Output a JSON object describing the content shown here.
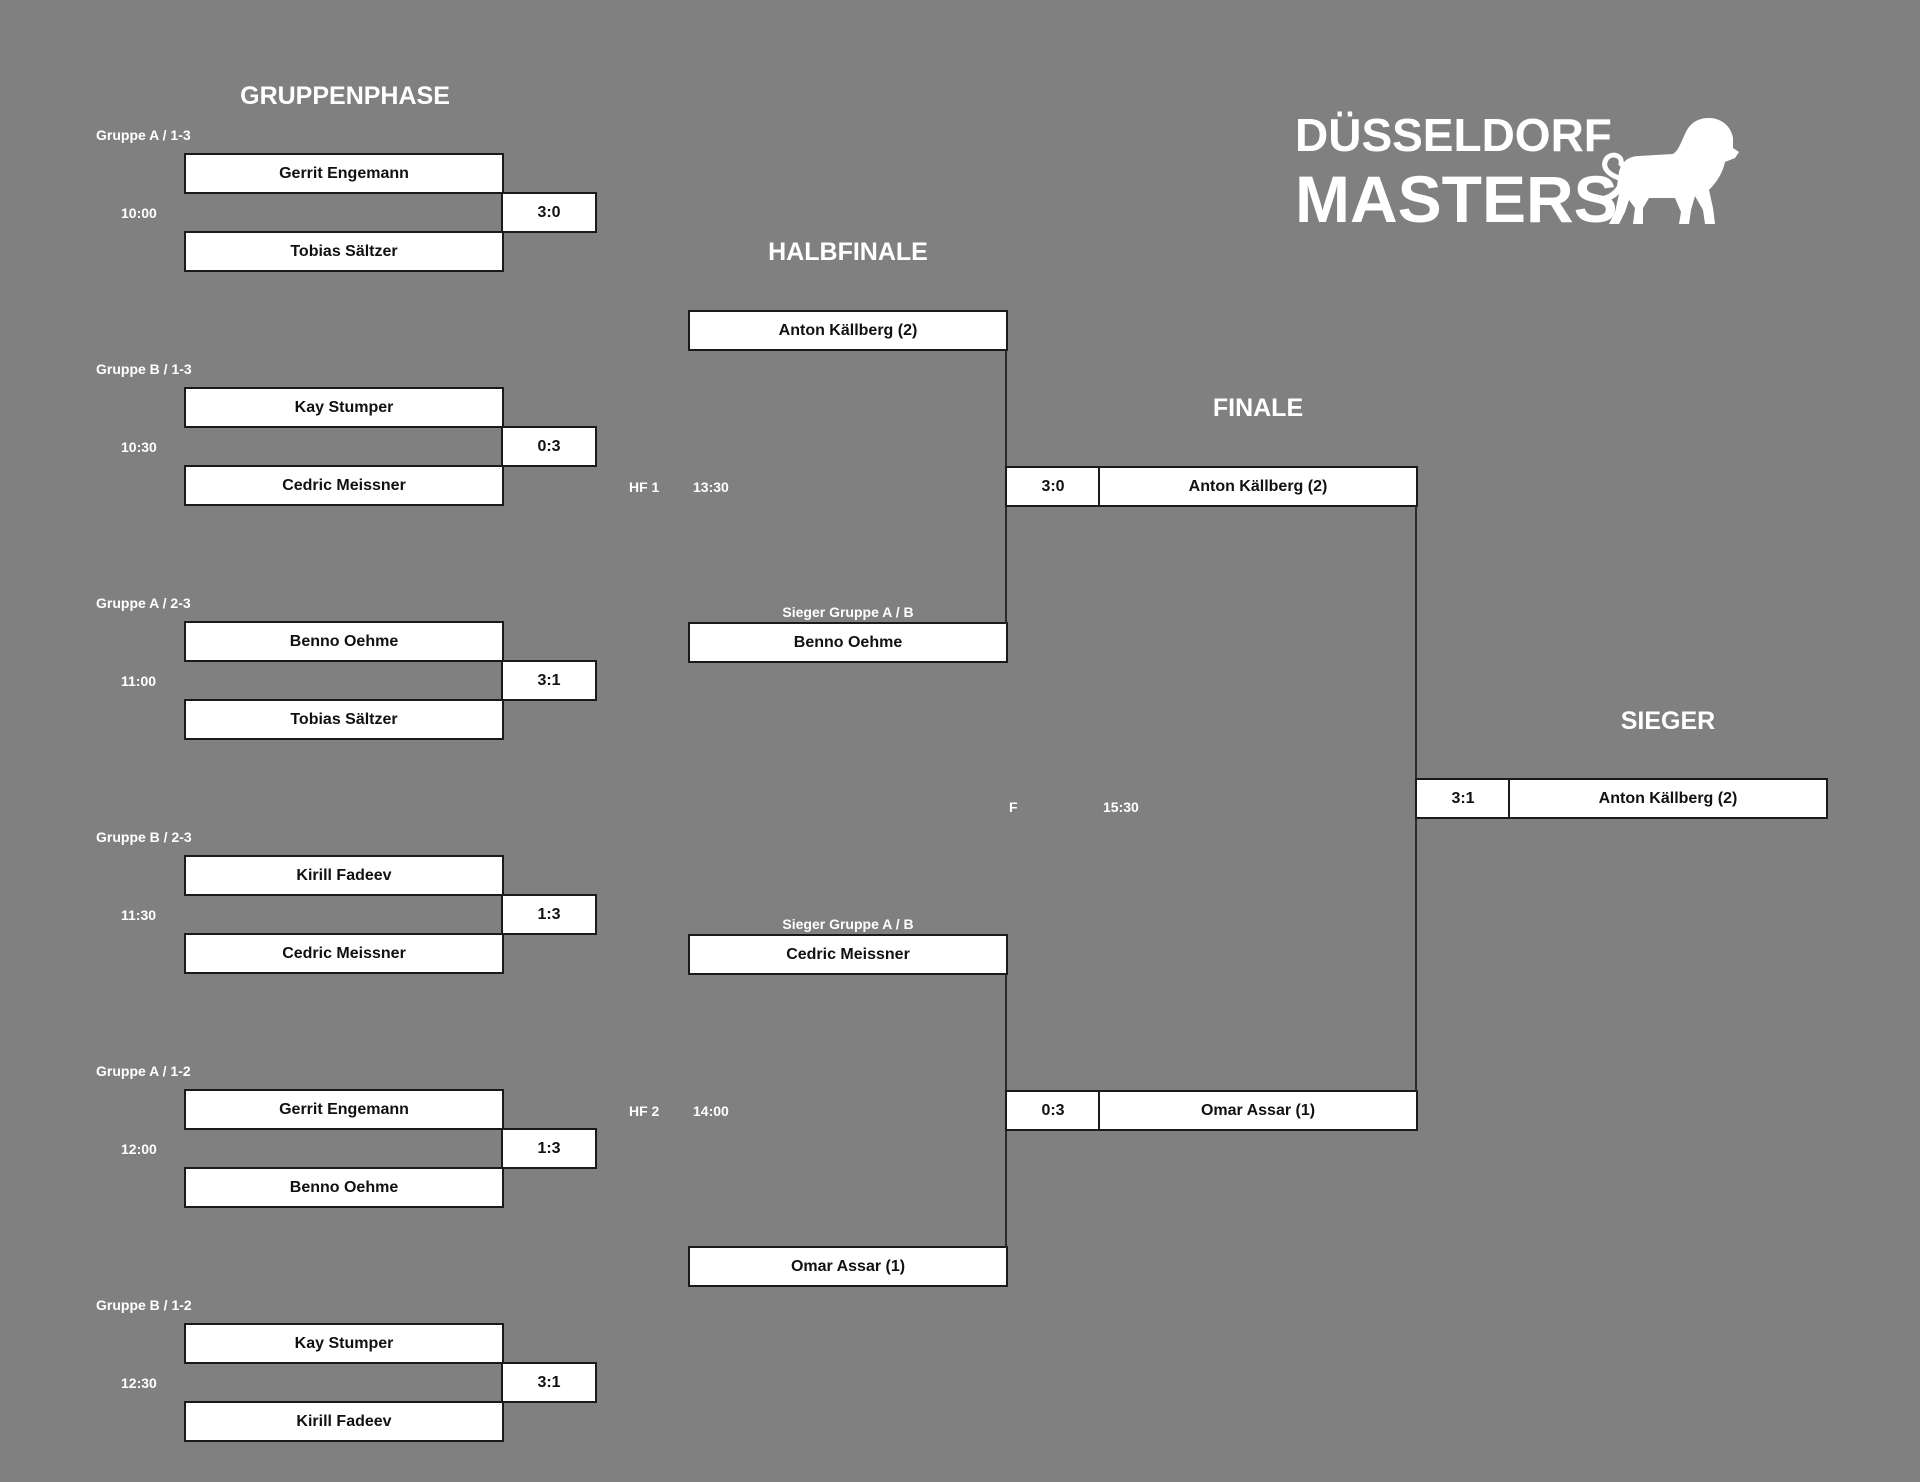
{
  "headings": {
    "gruppenphase": "GRUPPENPHASE",
    "halbfinale": "HALBFINALE",
    "finale": "FINALE",
    "sieger": "SIEGER"
  },
  "logo": {
    "line1": "DÜSSELDORF",
    "line2": "MASTERS",
    "icon": "lion-icon"
  },
  "group_matches": [
    {
      "label": "Gruppe A / 1-3",
      "time": "10:00",
      "player1": "Gerrit Engemann",
      "player2": "Tobias Sältzer",
      "score": "3:0"
    },
    {
      "label": "Gruppe B / 1-3",
      "time": "10:30",
      "player1": "Kay Stumper",
      "player2": "Cedric Meissner",
      "score": "0:3"
    },
    {
      "label": "Gruppe A / 2-3",
      "time": "11:00",
      "player1": "Benno Oehme",
      "player2": "Tobias Sältzer",
      "score": "3:1"
    },
    {
      "label": "Gruppe B / 2-3",
      "time": "11:30",
      "player1": "Kirill Fadeev",
      "player2": "Cedric Meissner",
      "score": "1:3"
    },
    {
      "label": "Gruppe A / 1-2",
      "time": "12:00",
      "player1": "Gerrit Engemann",
      "player2": "Benno Oehme",
      "score": "1:3"
    },
    {
      "label": "Gruppe B / 1-2",
      "time": "12:30",
      "player1": "Kay Stumper",
      "player2": "Kirill Fadeev",
      "score": "3:1"
    }
  ],
  "semifinals": [
    {
      "code": "HF 1",
      "time": "13:30",
      "player1": "Anton Källberg (2)",
      "player2_label": "Sieger Gruppe A / B",
      "player2": "Benno Oehme"
    },
    {
      "code": "HF 2",
      "time": "14:00",
      "player1_label": "Sieger Gruppe A / B",
      "player1": "Cedric Meissner",
      "player2": "Omar Assar (1)"
    }
  ],
  "final": {
    "code": "F",
    "time": "15:30",
    "entry1": {
      "score": "3:0",
      "player": "Anton Källberg (2)"
    },
    "entry2": {
      "score": "0:3",
      "player": "Omar Assar (1)"
    }
  },
  "winner": {
    "score": "3:1",
    "player": "Anton Källberg (2)"
  }
}
